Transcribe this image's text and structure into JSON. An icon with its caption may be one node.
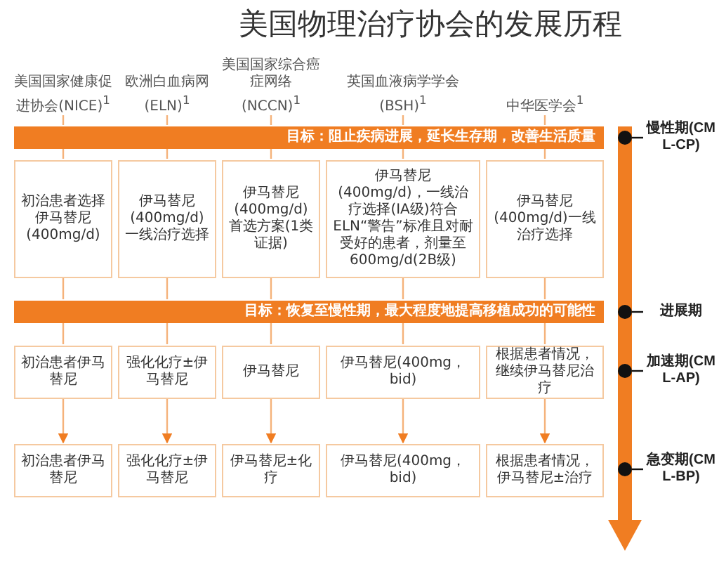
{
  "diagram": {
    "title": "美国物理治疗协会的发展历程",
    "nodes": [
      {
        "text": [
          "美国国家健康促进协会(NICE)$^{1}$"
        ]
      },
      {
        "text": [
          "欧洲白血病网(ELN)$^{1}$"
        ]
      },
      {
        "text": [
          "美国国家综合癌症网络(NCCN)$^{1}$"
        ]
      },
      {
        "text": [
          "英国血液病学学会(BSH)$^{1}$"
        ]
      },
      {
        "text": [
          "中华医学会$^{1}$"
        ]
      },
      {
        "text": [
          "目标：阻止疾病进展，延长生存期，改善生活质量"
        ]
      },
      {
        "text": [
          "初治患者选择伊马替尼(400mg/d)"
        ]
      },
      {
        "text": [
          "伊马替尼(400mg/d)一线治疗选择"
        ]
      },
      {
        "text": [
          "伊马替尼(400mg/d)首选方案(1类证据)"
        ]
      },
      {
        "text": [
          "伊马替尼(400mg/d)，一线治疗选择(IA级)符合ELN“警告”标准且对耐受好的患者，剂量至600mg/d(2B级)"
        ]
      },
      {
        "text": [
          "伊马替尼(400mg/d)一线治疗选择"
        ]
      },
      {
        "text": [
          "目标：恢复至慢性期，最大程度地提高移植成功的可能性"
        ]
      },
      {
        "text": [
          "初治患者伊马替尼"
        ]
      },
      {
        "text": [
          "强化化疗±伊马替尼"
        ]
      },
      {
        "text": [
          "伊马替尼"
        ]
      },
      {
        "text": [
          "伊马替尼(400mg，bid)"
        ]
      },
      {
        "text": [
          "根据患者情况，继续伊马替尼治疗"
        ]
      },
      {
        "text": [
          "初治患者伊马替尼"
        ]
      },
      {
        "text": [
          "强化化疗±伊马替尼"
        ]
      },
      {
        "text": [
          "伊马替尼±化疗"
        ]
      },
      {
        "text": [
          "伊马替尼(400mg，bid)"
        ]
      },
      {
        "text": [
          "根据患者情况，伊马替尼±治疗"
        ]
      }
    ],
    "edges": [
      {
        "from": 0,
        "to": 5,
        "arrow": "none"
      },
      {
        "from": 1,
        "to": 5,
        "arrow": "none"
      },
      {
        "from": 2,
        "to": 5,
        "arrow": "none"
      },
      {
        "from": 3,
        "to": 5,
        "arrow": "none"
      },
      {
        "from": 4,
        "to": 5,
        "arrow": "none"
      },
      {
        "from": 5,
        "to": 6,
        "arrow": "none"
      },
      {
        "from": 5,
        "to": 7,
        "arrow": "none"
      },
      {
        "from": 5,
        "to": 8,
        "arrow": "none"
      },
      {
        "from": 5,
        "to": 9,
        "arrow": "none"
      },
      {
        "from": 5,
        "to": 10,
        "arrow": "none"
      },
      {
        "from": 6,
        "to": 11,
        "arrow": "none"
      },
      {
        "from": 7,
        "to": 11,
        "arrow": "none"
      },
      {
        "from": 8,
        "to": 11,
        "arrow": "none"
      },
      {
        "from": 9,
        "to": 11,
        "arrow": "none"
      },
      {
        "from": 10,
        "to": 11,
        "arrow": "none"
      },
      {
        "from": 11,
        "to": 12,
        "arrow": "none"
      },
      {
        "from": 11,
        "to": 13,
        "arrow": "none"
      },
      {
        "from": 11,
        "to": 14,
        "arrow": "none"
      },
      {
        "from": 11,
        "to": 15,
        "arrow": "none"
      },
      {
        "from": 11,
        "to": 16,
        "arrow": "none"
      },
      {
        "from": 12,
        "to": 17,
        "arrow": "to"
      },
      {
        "from": 13,
        "to": 18,
        "arrow": "to"
      },
      {
        "from": 14,
        "to": 19,
        "arrow": "to"
      },
      {
        "from": 15,
        "to": 20,
        "arrow": "to"
      },
      {
        "from": 16,
        "to": 21,
        "arrow": "to"
      }
    ],
    "labels": [
      "慢性期(CML-CP)",
      "进展期",
      "加速期(CML-AP)",
      "急变期(CML-BP)"
    ]
  }
}
